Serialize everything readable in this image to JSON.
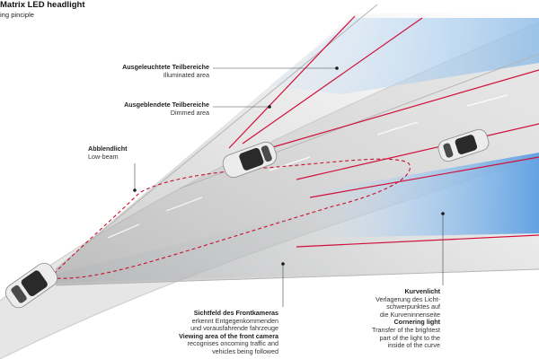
{
  "title": "Matrix LED headlight",
  "subtitle": "ing pinciple",
  "labels": {
    "illuminated": {
      "de": "Ausgeleuchtete Teilbereiche",
      "en": "Illuminated area"
    },
    "dimmed": {
      "de": "Ausgeblendete Teilbereiche",
      "en": "Dimmed area"
    },
    "lowbeam": {
      "de": "Abblendlicht",
      "en": "Low-beam"
    },
    "camera": {
      "de_title": "Sichtfeld des Frontkameras",
      "de_line1": "erkennt Entgegenkommenden",
      "de_line2": "und vorausfahrende fahrzeuge",
      "en_title": "Viewing area of the front camera",
      "en_line1": "recognises oncoming traffic and",
      "en_line2": "vehicles being followed"
    },
    "cornering": {
      "de_title": "Kurvenlicht",
      "de_line1": "Verlagerung des Licht-",
      "de_line2": "schwerpunktes auf",
      "de_line3": "die Kurveninnenseite",
      "en_title": "Cornering light",
      "en_line1": "Transfer of the brightest",
      "en_line2": "part of the light to the",
      "en_line3": "inside of the curve"
    }
  },
  "colors": {
    "road": "#d6d6d6",
    "beam_grey": "#bcbcbc",
    "beam_blue": "#6aa6e0",
    "red_line": "#d0103a",
    "dashed_outline": "#c8102e",
    "car_body": "#e9e9e9",
    "car_glass": "#2a2a2a"
  },
  "icons": [
    "car-icon",
    "pointer-dot"
  ]
}
